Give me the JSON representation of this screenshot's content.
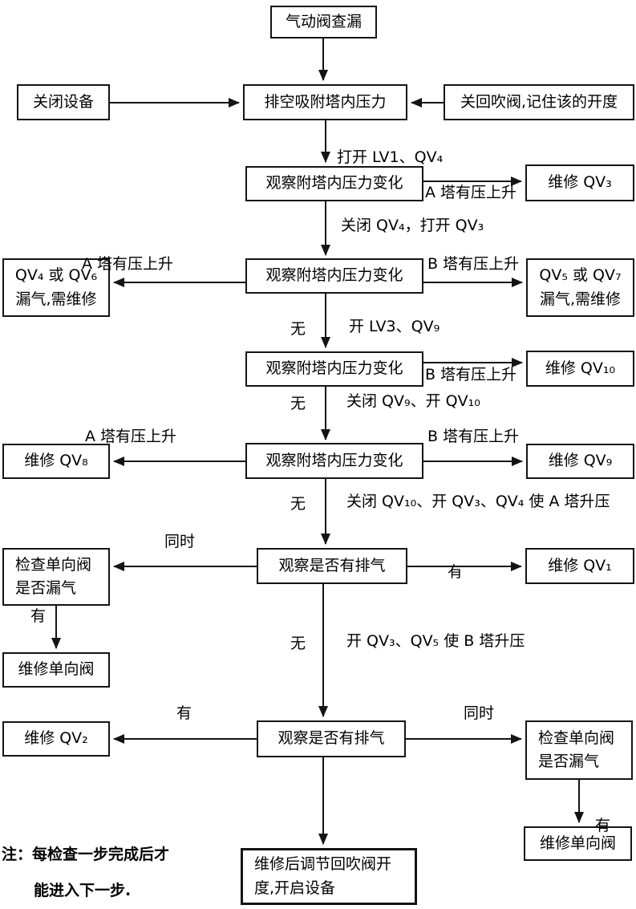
{
  "boxes": {
    "start": "气动阀查漏",
    "close_equipment": "关闭设备",
    "vent_pressure": "排空吸附塔内压力",
    "close_blowback": "关回吹阀,记住该的开度",
    "observe_pressure_1": "观察附塔内压力变化",
    "repair_qv3": "维修 QV₃",
    "qv4_qv6_leak": "QV₄ 或 QV₆\n漏气,需维修",
    "observe_pressure_2": "观察附塔内压力变化",
    "qv5_qv7_leak": "QV₅ 或 QV₇\n漏气,需维修",
    "observe_pressure_3": "观察附塔内压力变化",
    "repair_qv10": "维修 QV₁₀",
    "repair_qv8": "维修 QV₈",
    "observe_pressure_4": "观察附塔内压力变化",
    "repair_qv9": "维修 QV₉",
    "check_valve_left": "检查单向阀\n是否漏气",
    "observe_exhaust_1": "观察是否有排气",
    "repair_qv1": "维修 QV₁",
    "repair_check_valve_left": "维修单向阀",
    "repair_qv2": "维修 QV₂",
    "observe_exhaust_2": "观察是否有排气",
    "check_valve_right": "检查单向阀\n是否漏气",
    "repair_check_valve_right": "维修单向阀",
    "final_step": "维修后调节回吹阀开\n度,开启设备"
  },
  "edge_labels": {
    "open_lv1_qv4": "打开 LV1、QV₄",
    "a_rise_1": "A 塔有压上升",
    "close_qv4_open_qv3": "关闭 QV₄，打开 QV₃",
    "a_rise_2": "A 塔有压上升",
    "b_rise_1": "B 塔有压上升",
    "none_1": "无",
    "open_lv3_qv9": "开 LV3、QV₉",
    "b_rise_2": "B 塔有压上升",
    "none_2": "无",
    "close_qv9_open_qv10": "关闭 QV₉、开 QV₁₀",
    "a_rise_3": "A 塔有压上升",
    "b_rise_3": "B 塔有压上升",
    "none_3": "无",
    "close_qv10_open_qv3_qv4": "关闭 QV₁₀、开 QV₃、QV₄ 使 A 塔升压",
    "simultaneous_1": "同时",
    "has_1": "有",
    "has_2": "有",
    "none_4": "无",
    "open_qv3_qv5": "开 QV₃、QV₅ 使 B 塔升压",
    "has_3": "有",
    "simultaneous_2": "同时",
    "has_4": "有"
  },
  "note": {
    "line1": "注：每检查一步完成后才",
    "line2": "能进入下一步."
  }
}
